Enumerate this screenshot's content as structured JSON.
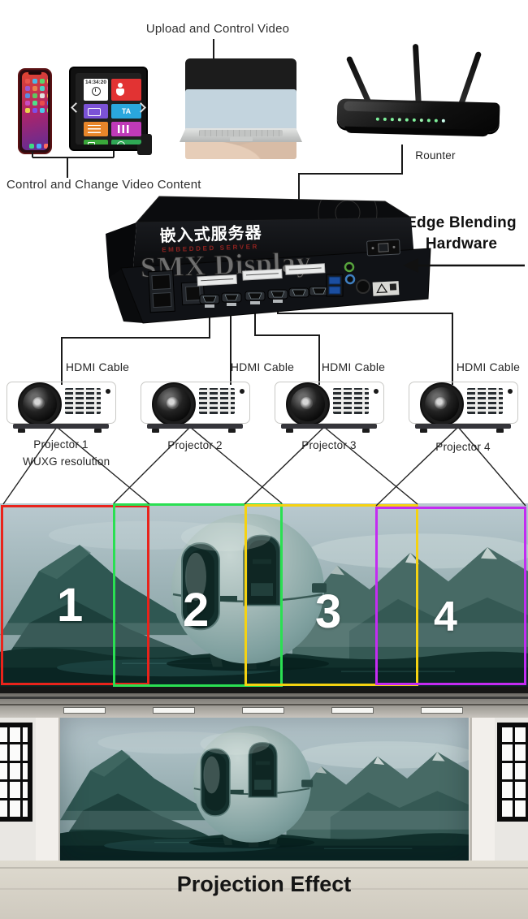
{
  "top": {
    "upload_label": "Upload and Control Video",
    "control_label": "Control and Change Video Content",
    "router_label": "Rounter",
    "panel": {
      "time": "14:34:20",
      "ta": "TA"
    }
  },
  "device": {
    "name_cn": "嵌入式服务器",
    "name_en": "EMBEDDED SERVER",
    "brand": "SMX Display",
    "callout": {
      "line1": "Edge Blending",
      "line2": "Hardware"
    }
  },
  "cables": {
    "label": "HDMI Cable"
  },
  "projectors": [
    {
      "label": "Projector 1",
      "note": "WUXG resolution"
    },
    {
      "label": "Projector 2"
    },
    {
      "label": "Projector 3"
    },
    {
      "label": "Projector 4"
    }
  ],
  "zones": [
    {
      "num": "1",
      "color": "#e9231b"
    },
    {
      "num": "2",
      "color": "#2ae052"
    },
    {
      "num": "3",
      "color": "#f5d211"
    },
    {
      "num": "4",
      "color": "#c42bf2"
    }
  ],
  "footer": {
    "caption": "Projection Effect"
  }
}
